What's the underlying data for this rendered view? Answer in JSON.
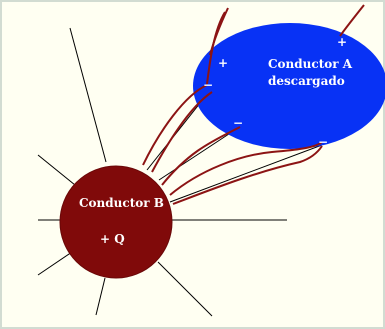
{
  "diagram": {
    "background_color": "#fffff2",
    "frame_color": "#d2dcd2",
    "conductor_a": {
      "title": "Conductor A",
      "subtitle": "descargado",
      "fill_color": "#0832f5",
      "text_color": "#ffffff",
      "surface_charges": [
        "+",
        "−",
        "+",
        "−",
        "−"
      ]
    },
    "conductor_b": {
      "title": "Conductor B",
      "charge": "+ Q",
      "fill_color": "#800a0a",
      "text_color": "#ffffff"
    },
    "field_line_color": "#000000",
    "curved_field_line_color": "#8c1414"
  }
}
